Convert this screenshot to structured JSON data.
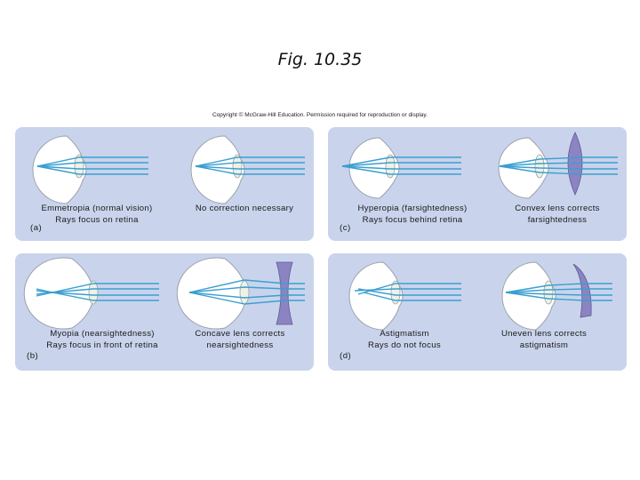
{
  "title": "Fig. 10.35",
  "copyright": "Copyright © McGraw-Hill Education. Permission required for reproduction or display.",
  "colors": {
    "panel_bg": "#c9d4ec",
    "ray": "#3a9fd0",
    "eye_outline": "#9aa0aa",
    "lens_fill": "#8c84c2"
  },
  "panels": {
    "a": {
      "letter": "(a)",
      "left_caption": [
        "Emmetropia (normal vision)",
        "Rays focus on retina"
      ],
      "right_caption": [
        "No correction necessary"
      ]
    },
    "b": {
      "letter": "(b)",
      "left_caption": [
        "Myopia (nearsightedness)",
        "Rays focus in front of retina"
      ],
      "right_caption": [
        "Concave lens corrects",
        "nearsightedness"
      ]
    },
    "c": {
      "letter": "(c)",
      "left_caption": [
        "Hyperopia (farsightedness)",
        "Rays focus behind retina"
      ],
      "right_caption": [
        "Convex lens corrects",
        "farsightedness"
      ]
    },
    "d": {
      "letter": "(d)",
      "left_caption": [
        "Astigmatism",
        "Rays do not focus"
      ],
      "right_caption": [
        "Uneven lens corrects",
        "astigmatism"
      ]
    }
  }
}
